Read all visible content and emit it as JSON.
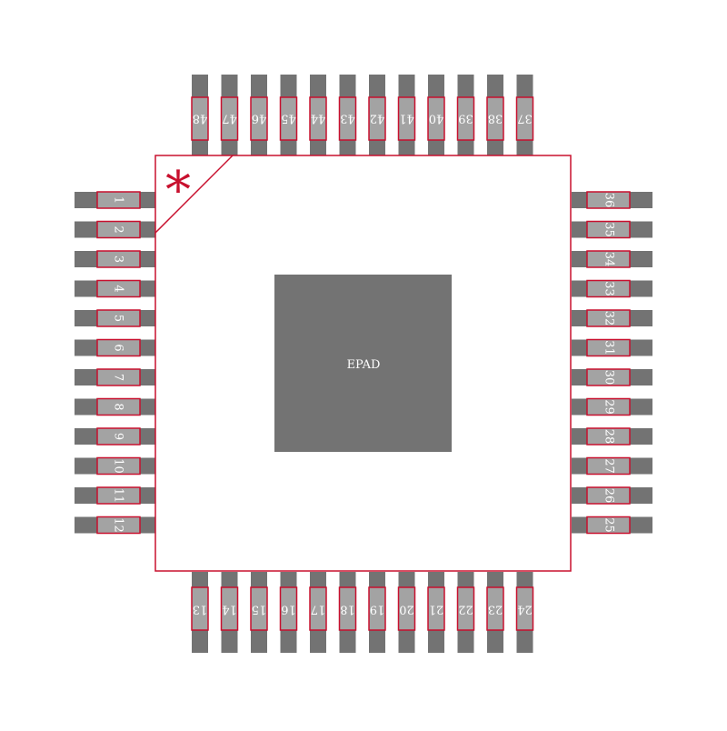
{
  "colors": {
    "background": "#ffffff",
    "outline": "#c8102e",
    "pad_dark": "#737373",
    "pad_light": "#a3a3a3",
    "label": "#ffffff"
  },
  "package": {
    "pin1_marker": "*",
    "epad_label": "EPAD",
    "pins_left": [
      "1",
      "2",
      "3",
      "4",
      "5",
      "6",
      "7",
      "8",
      "9",
      "10",
      "11",
      "12"
    ],
    "pins_bottom": [
      "13",
      "14",
      "15",
      "16",
      "17",
      "18",
      "19",
      "20",
      "21",
      "22",
      "23",
      "24"
    ],
    "pins_right": [
      "25",
      "26",
      "27",
      "28",
      "29",
      "30",
      "31",
      "32",
      "33",
      "34",
      "35",
      "36"
    ],
    "pins_top": [
      "37",
      "38",
      "39",
      "40",
      "41",
      "42",
      "43",
      "44",
      "45",
      "46",
      "47",
      "48"
    ]
  }
}
